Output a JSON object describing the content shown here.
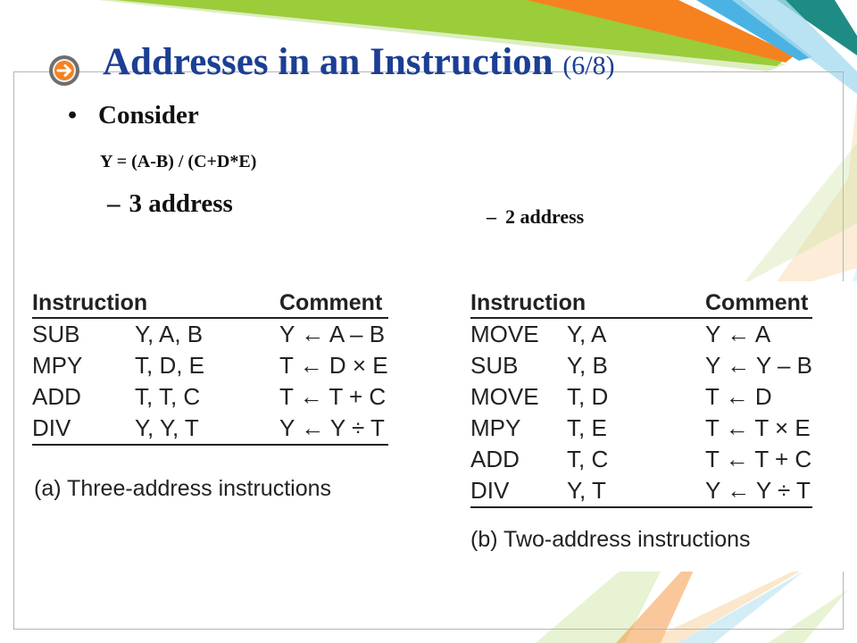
{
  "slide": {
    "title": "Addresses in an Instruction",
    "title_suffix": "(6/8)",
    "bullet": "Consider",
    "equation": "Y = (A-B) / (C+D*E)",
    "sub_three": "3 address",
    "sub_two": "2 address",
    "dash": "–",
    "bullet_mark": "•"
  },
  "three_address": {
    "header": {
      "instruction": "Instruction",
      "comment": "Comment"
    },
    "rows": [
      {
        "op": "SUB",
        "operands": "Y, A, B",
        "comment": "Y ← A – B"
      },
      {
        "op": "MPY",
        "operands": "T, D, E",
        "comment": "T ← D × E"
      },
      {
        "op": "ADD",
        "operands": "T, T, C",
        "comment": "T ← T + C"
      },
      {
        "op": "DIV",
        "operands": "Y, Y, T",
        "comment": "Y ← Y ÷ T"
      }
    ],
    "caption": "(a) Three-address instructions"
  },
  "two_address": {
    "header": {
      "instruction": "Instruction",
      "comment": "Comment"
    },
    "rows": [
      {
        "op": "MOVE",
        "operands": "Y, A",
        "comment": "Y ← A"
      },
      {
        "op": "SUB",
        "operands": "Y, B",
        "comment": "Y ← Y – B"
      },
      {
        "op": "MOVE",
        "operands": "T, D",
        "comment": "T ← D"
      },
      {
        "op": "MPY",
        "operands": "T, E",
        "comment": "T ← T × E"
      },
      {
        "op": "ADD",
        "operands": "T, C",
        "comment": "T ← T + C"
      },
      {
        "op": "DIV",
        "operands": "Y, T",
        "comment": "Y ← Y ÷ T"
      }
    ],
    "caption": "(b) Two-address instructions"
  },
  "colors": {
    "title": "#1c3f94",
    "accent_green": "#9bcc3a",
    "accent_orange": "#f5821f",
    "accent_blue": "#4bb3e4",
    "accent_teal": "#1e8c84"
  },
  "icons": {
    "nav": "arrow-right-circle-icon"
  }
}
